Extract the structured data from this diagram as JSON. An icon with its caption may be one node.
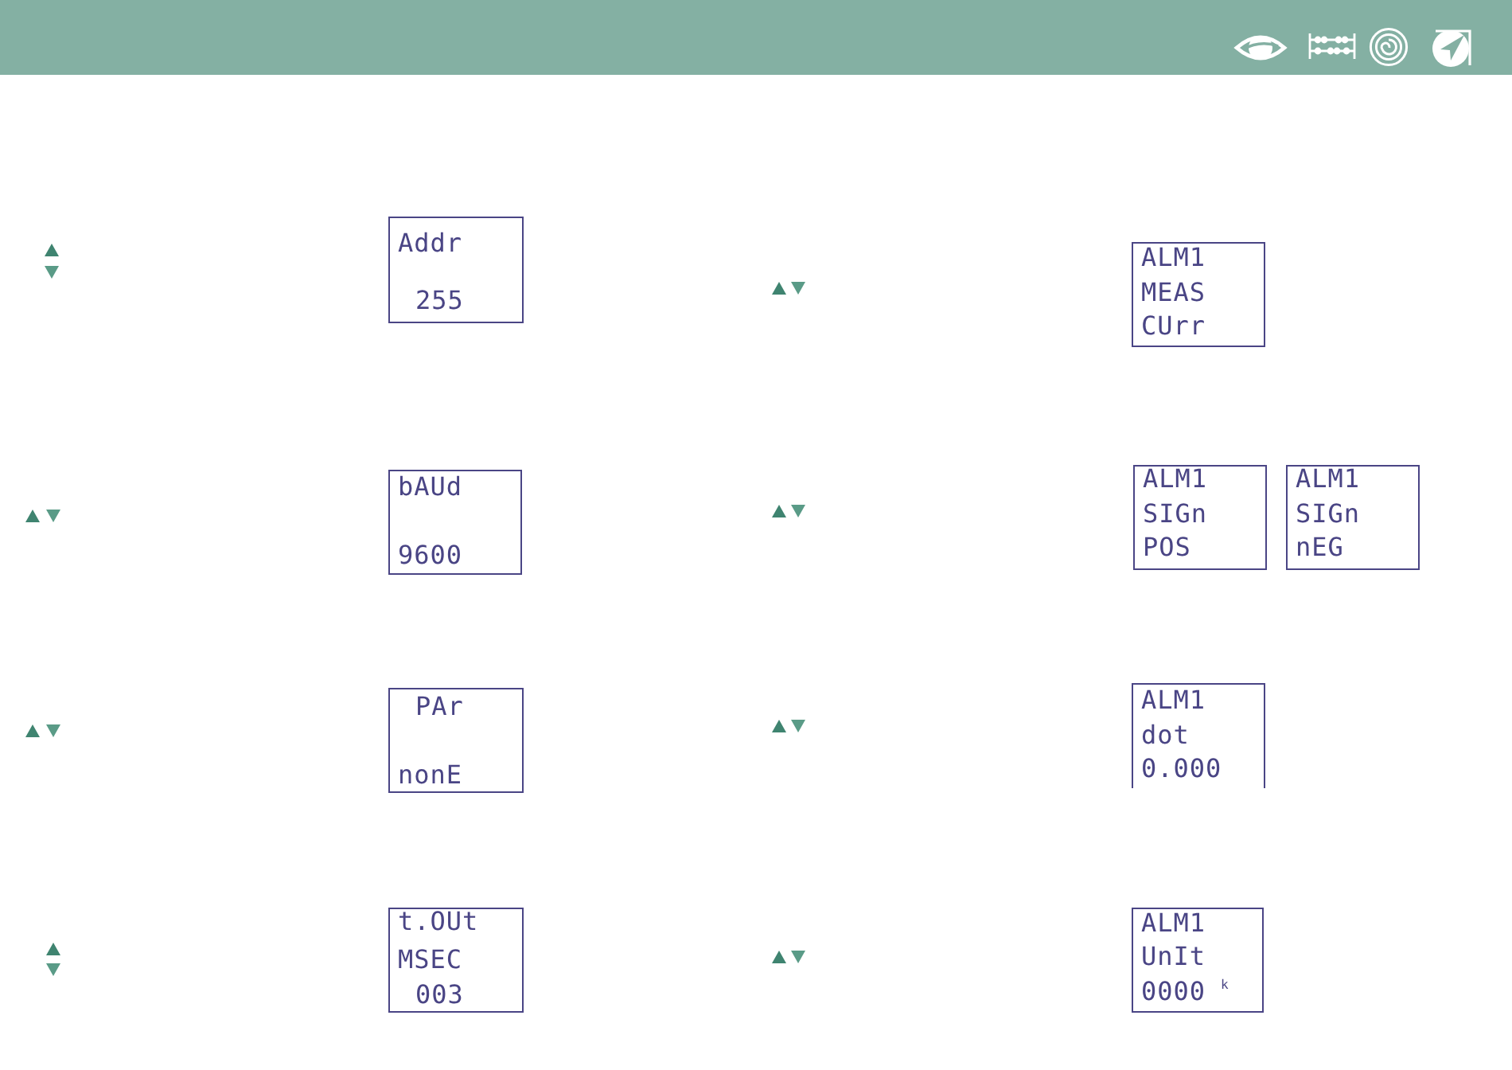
{
  "diagram": {
    "nodes": [
      {
        "text": [
          "Addr",
          "255"
        ]
      },
      {
        "text": [
          "bAUd",
          "9600"
        ]
      },
      {
        "text": [
          "PAr",
          "nonE"
        ]
      },
      {
        "text": [
          "t.OUt",
          "MSEC",
          "003"
        ]
      },
      {
        "text": [
          "ALM1",
          "MEAS",
          "CUrr"
        ]
      },
      {
        "text": [
          "ALM1",
          "SIGn",
          "POS"
        ]
      },
      {
        "text": [
          "ALM1",
          "SIGn",
          "nEG"
        ]
      },
      {
        "text": [
          "ALM1",
          "dot",
          "0.000"
        ]
      },
      {
        "text": [
          "ALM1",
          "UnIt",
          "0000",
          "k"
        ]
      }
    ]
  }
}
